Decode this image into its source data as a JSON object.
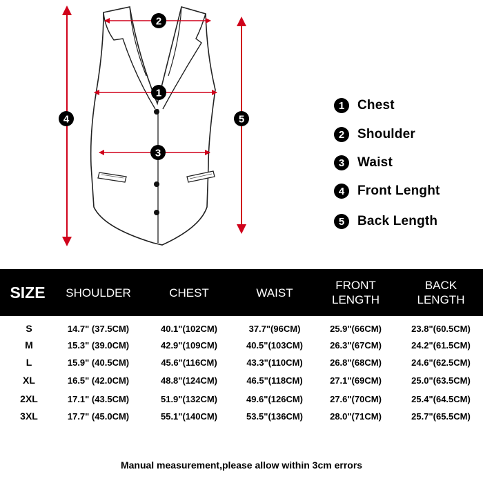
{
  "legend": {
    "items": [
      {
        "num": "1",
        "label": "Chest"
      },
      {
        "num": "2",
        "label": "Shoulder"
      },
      {
        "num": "3",
        "label": "Waist"
      },
      {
        "num": "4",
        "label": "Front Lenght"
      },
      {
        "num": "5",
        "label": "Back Length"
      }
    ]
  },
  "diagram": {
    "markers": [
      "1",
      "2",
      "3",
      "4",
      "5"
    ],
    "arrow_color": "#d0021b"
  },
  "table": {
    "headers": {
      "size": "SIZE",
      "shoulder": "SHOULDER",
      "chest": "CHEST",
      "waist": "WAIST",
      "front_1": "FRONT",
      "front_2": "LENGTH",
      "back_1": "BACK",
      "back_2": "LENGTH"
    },
    "rows": [
      {
        "size": "S",
        "shoulder": "14.7\" (37.5CM)",
        "chest": "40.1\"(102CM)",
        "waist": "37.7\"(96CM)",
        "front": "25.9\"(66CM)",
        "back": "23.8\"(60.5CM)"
      },
      {
        "size": "M",
        "shoulder": "15.3\" (39.0CM)",
        "chest": "42.9\"(109CM)",
        "waist": "40.5\"(103CM)",
        "front": "26.3\"(67CM)",
        "back": "24.2\"(61.5CM)"
      },
      {
        "size": "L",
        "shoulder": "15.9\" (40.5CM)",
        "chest": "45.6\"(116CM)",
        "waist": "43.3\"(110CM)",
        "front": "26.8\"(68CM)",
        "back": "24.6\"(62.5CM)"
      },
      {
        "size": "XL",
        "shoulder": "16.5\" (42.0CM)",
        "chest": "48.8\"(124CM)",
        "waist": "46.5\"(118CM)",
        "front": "27.1\"(69CM)",
        "back": "25.0\"(63.5CM)"
      },
      {
        "size": "2XL",
        "shoulder": "17.1\" (43.5CM)",
        "chest": "51.9\"(132CM)",
        "waist": "49.6\"(126CM)",
        "front": "27.6\"(70CM)",
        "back": "25.4\"(64.5CM)"
      },
      {
        "size": "3XL",
        "shoulder": "17.7\" (45.0CM)",
        "chest": "55.1\"(140CM)",
        "waist": "53.5\"(136CM)",
        "front": "28.0\"(71CM)",
        "back": "25.7\"(65.5CM)"
      }
    ]
  },
  "footnote": "Manual measurement,please allow within 3cm errors"
}
